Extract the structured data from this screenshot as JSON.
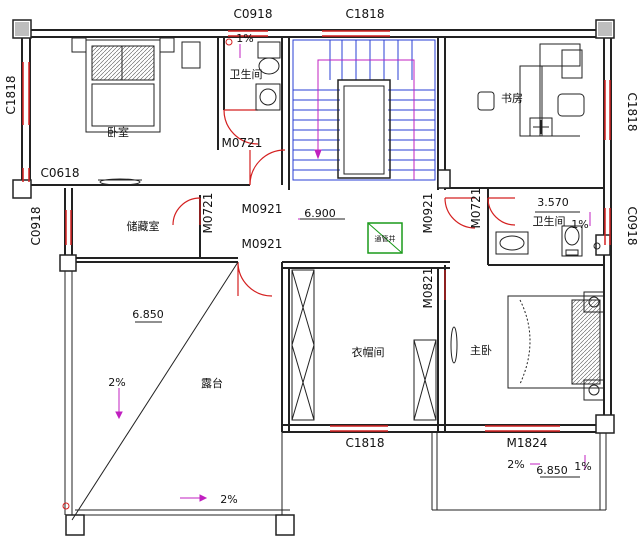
{
  "plan": {
    "rooms": {
      "bedroom": "卧室",
      "bath_left": "卫生间",
      "study": "书房",
      "storage": "储藏室",
      "closet": "衣帽间",
      "master_bedroom": "主卧",
      "terrace": "露台",
      "bath_right": "卫生间"
    },
    "windows": {
      "top_left": "C0918",
      "top_center": "C1818",
      "left_upper": "C1818",
      "left_small": "C0618",
      "left_storage": "C0918",
      "right_upper": "C1818",
      "right_bath": "C0918",
      "bottom_closet": "C1818",
      "bottom_master": "M1824"
    },
    "doors": {
      "bath_left_door": "M0721",
      "storage_door": "M0721",
      "hall_door_1": "M0921",
      "hall_door_2": "M0921",
      "stair_door": "M0921",
      "bath_right_door": "M0721",
      "closet_door": "M0821"
    },
    "elevations": {
      "hall": "6.900",
      "bath_right": "3.570",
      "terrace": "6.850",
      "balcony": "6.850"
    },
    "slopes": {
      "bath_left": "1%",
      "bath_right": "1%",
      "terrace_left": "2%",
      "terrace_bottom": "2%",
      "balcony_left": "2%",
      "balcony_right": "1%"
    },
    "shaft_label": "通管井"
  }
}
